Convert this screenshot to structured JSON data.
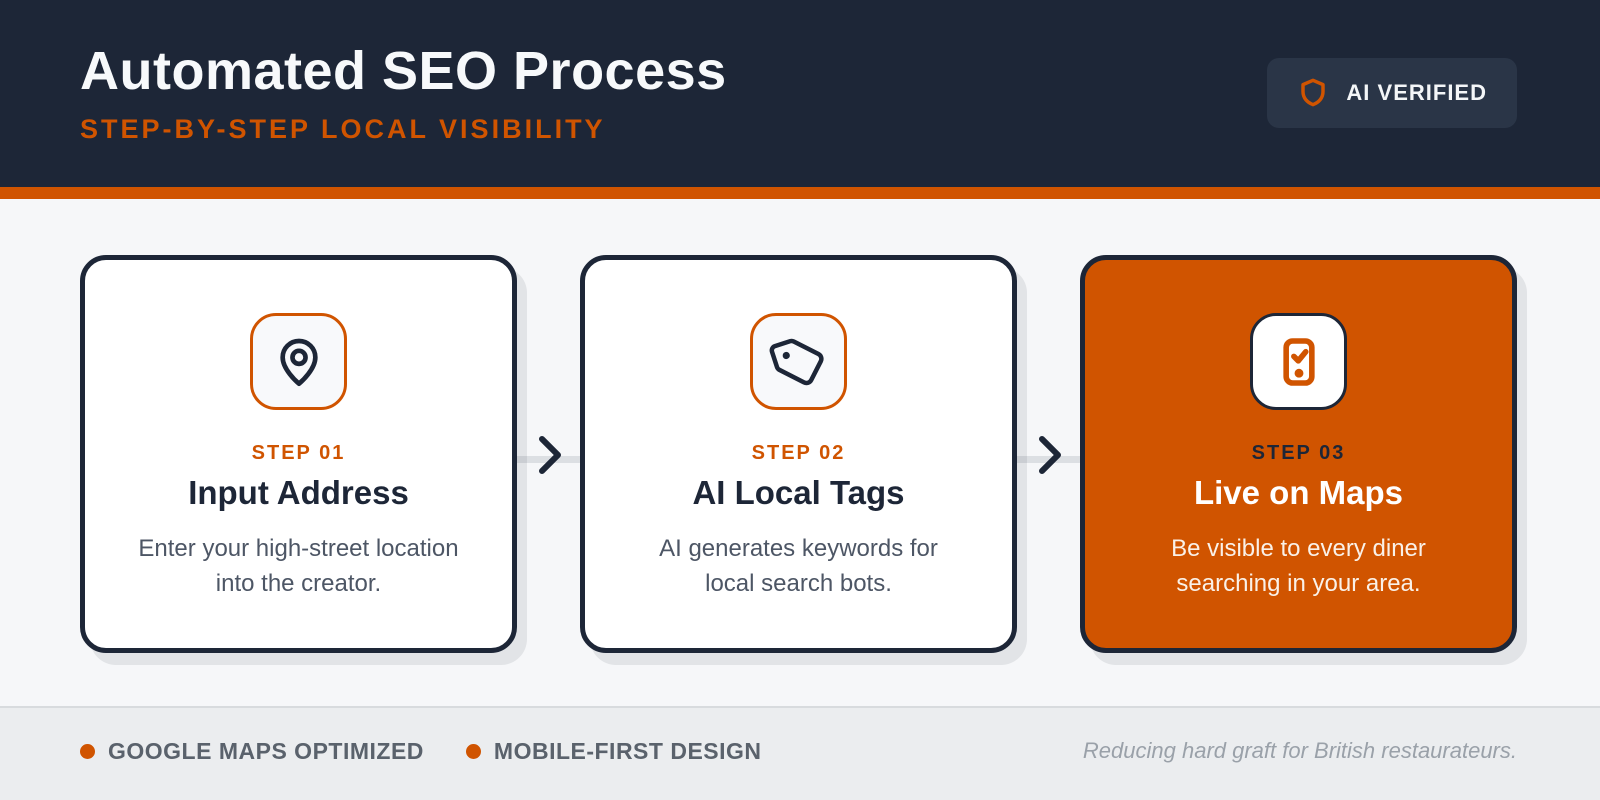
{
  "header": {
    "title": "Automated SEO Process",
    "subtitle": "STEP-BY-STEP LOCAL VISIBILITY",
    "badge": {
      "label": "AI VERIFIED",
      "icon": "shield-icon"
    }
  },
  "steps": [
    {
      "step_label": "STEP 01",
      "title": "Input Address",
      "description": "Enter your high-street location into the creator.",
      "icon": "map-pin-icon",
      "highlighted": false
    },
    {
      "step_label": "STEP 02",
      "title": "AI Local Tags",
      "description": "AI generates keywords for local search bots.",
      "icon": "tag-icon",
      "highlighted": false
    },
    {
      "step_label": "STEP 03",
      "title": "Live on Maps",
      "description": "Be visible to every diner searching in your area.",
      "icon": "phone-check-icon",
      "highlighted": true
    }
  ],
  "footer": {
    "badges": [
      {
        "label": "GOOGLE MAPS OPTIMIZED"
      },
      {
        "label": "MOBILE-FIRST DESIGN"
      }
    ],
    "tagline": "Reducing hard graft for British restaurateurs."
  },
  "colors": {
    "navy": "#1d2637",
    "accent_orange": "#d05400",
    "page_background": "#f6f7f9",
    "footer_background": "#ebedef",
    "card_background": "#ffffff",
    "muted_text": "#4d5665"
  }
}
